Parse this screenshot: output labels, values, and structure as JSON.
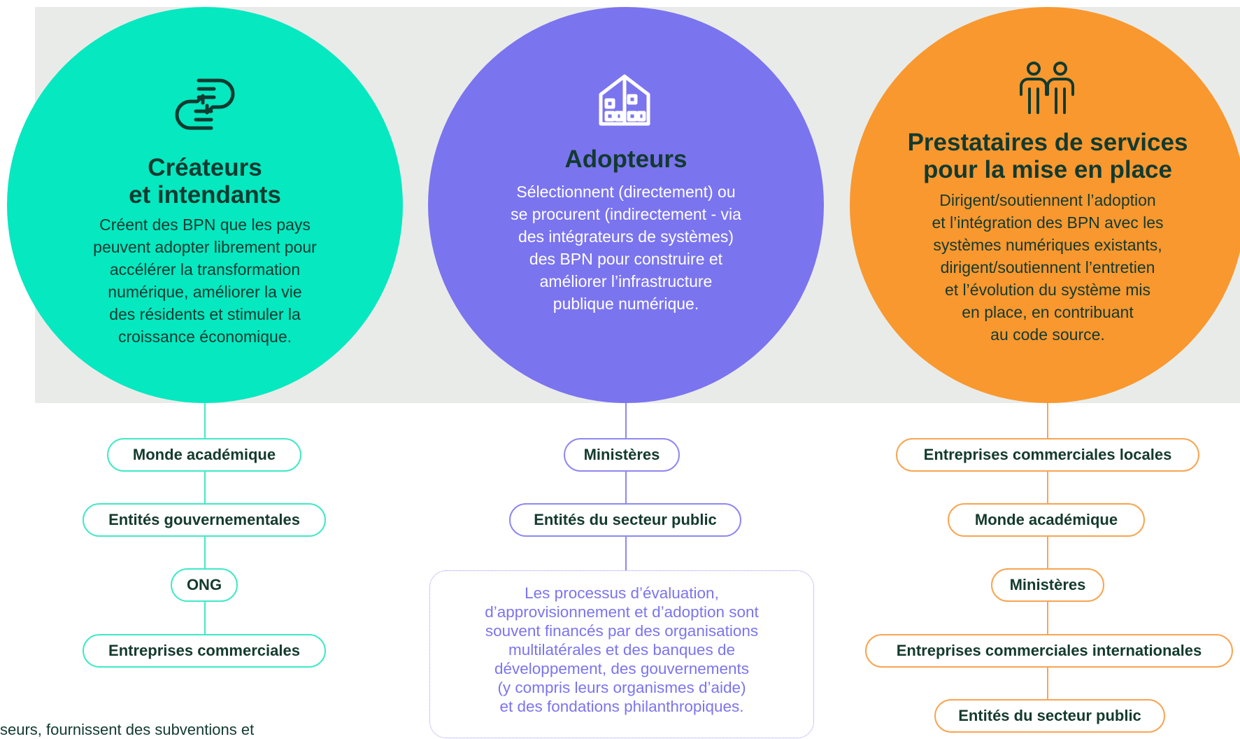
{
  "columns": [
    {
      "icon": "handshake-icon",
      "title_line1": "Créateurs",
      "title_line2": "et intendants",
      "description": "Créent des BPN que les pays\npeuvent adopter librement pour\naccélérer la transformation\nnumérique, améliorer la vie\ndes résidents et stimuler la\ncroissance économique.",
      "color": "#05e8c0",
      "nodes": [
        "Monde académique",
        "Entités gouvernementales",
        "ONG",
        "Entreprises commerciales"
      ]
    },
    {
      "icon": "building-icon",
      "title_line1": "Adopteurs",
      "description": "Sélectionnent (directement) ou\nse procurent (indirectement - via\ndes intégrateurs de systèmes)\ndes BPN pour construire et\naméliorer l’infrastructure\npublique numérique.",
      "color": "#7b74ef",
      "nodes": [
        "Ministères",
        "Entités du secteur public"
      ],
      "note": "Les processus d’évaluation,\nd’approvisionnement et d’adoption sont\nsouvent financés par des organisations\nmultilatérales et des banques de\ndéveloppement, des gouvernements\n(y compris leurs organismes d’aide)\net des fondations philanthropiques."
    },
    {
      "icon": "people-icon",
      "title_line1": "Prestataires de services",
      "title_line2": "pour la mise en place",
      "description": "Dirigent/soutiennent l’adoption\net l’intégration des BPN avec les\nsystèmes numériques existants,\ndirigent/soutiennent l’entretien\net l’évolution du système mis\nen place, en contribuant\nau code source.",
      "color": "#f9982e",
      "nodes": [
        "Entreprises commerciales locales",
        "Monde académique",
        "Ministères",
        "Entreprises commerciales internationales",
        "Entités du secteur public"
      ]
    }
  ],
  "footer_text": "seurs, fournissent des subventions et"
}
